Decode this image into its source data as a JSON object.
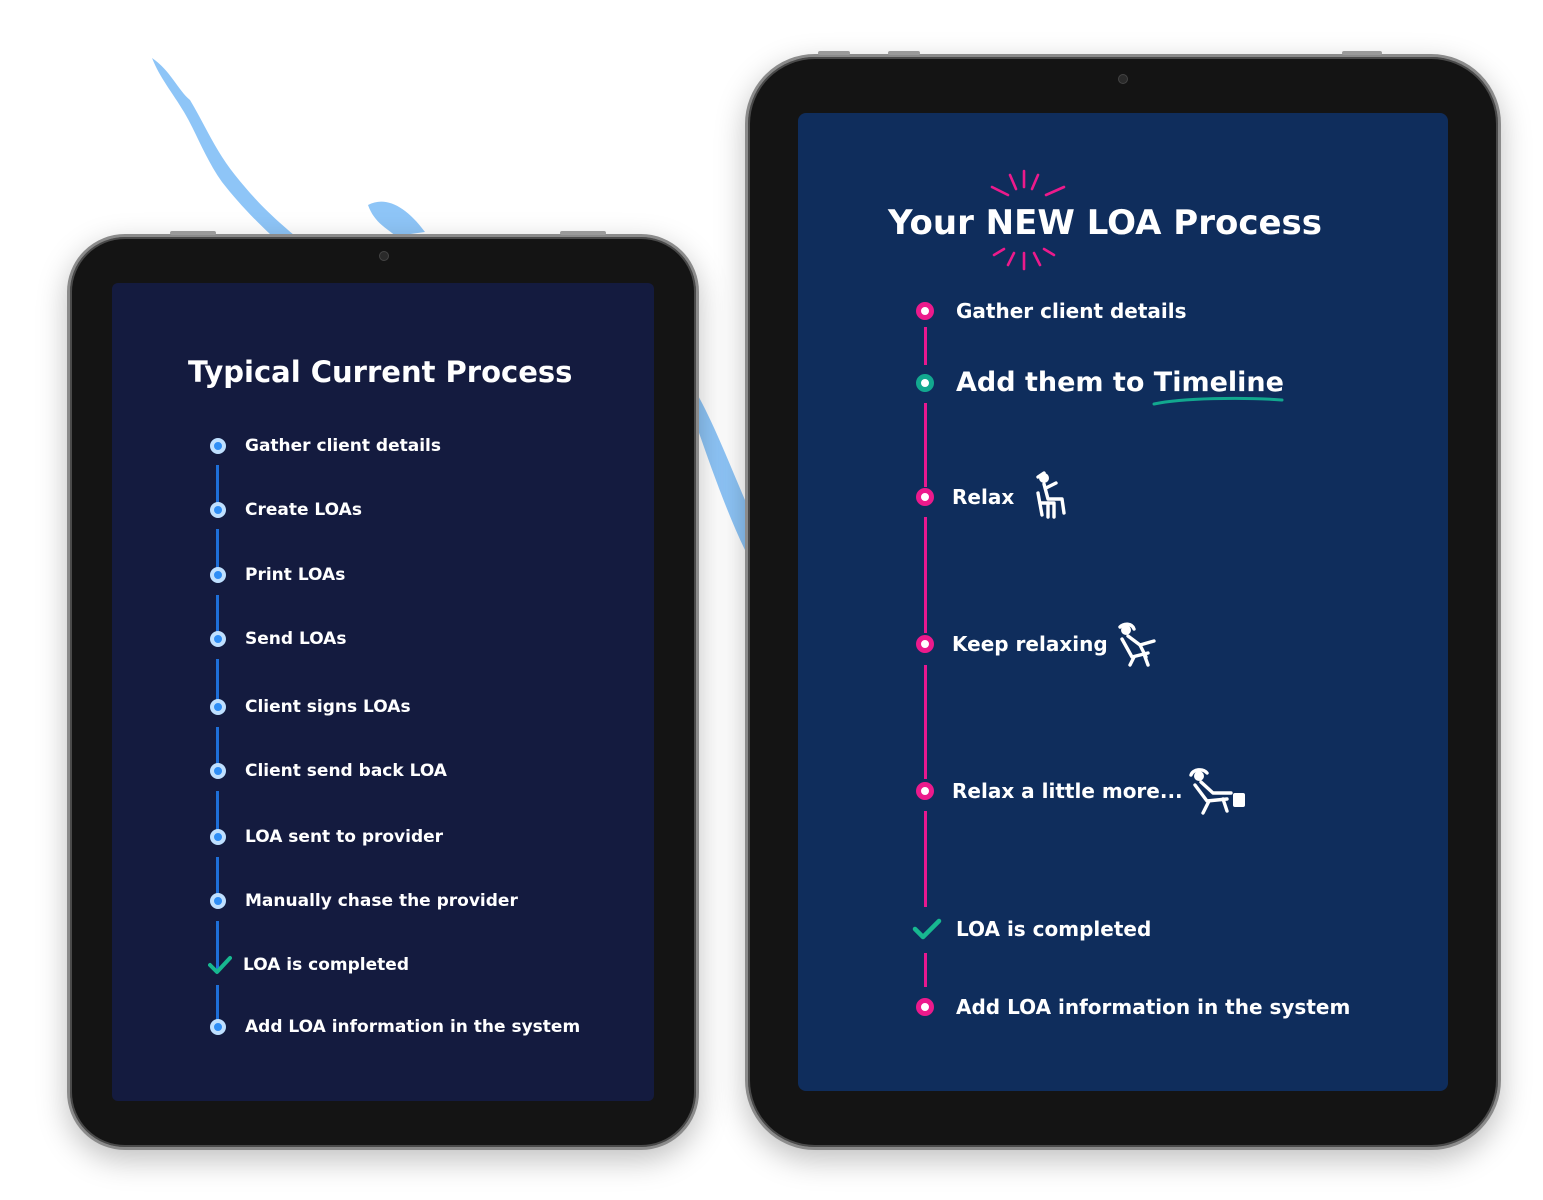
{
  "current_process": {
    "title": "Typical Current Process",
    "steps": [
      {
        "label": "Gather client details",
        "marker": "dot"
      },
      {
        "label": "Create LOAs",
        "marker": "dot"
      },
      {
        "label": "Print LOAs",
        "marker": "dot"
      },
      {
        "label": "Send LOAs",
        "marker": "dot"
      },
      {
        "label": "Client signs LOAs",
        "marker": "dot"
      },
      {
        "label": "Client send back LOA",
        "marker": "dot"
      },
      {
        "label": "LOA sent to provider",
        "marker": "dot"
      },
      {
        "label": "Manually chase the provider",
        "marker": "dot"
      },
      {
        "label": "LOA is completed",
        "marker": "check-icon"
      },
      {
        "label": "Add LOA information in the system",
        "marker": "dot"
      }
    ]
  },
  "new_process": {
    "title_prefix": "Your ",
    "title_highlight": "NEW",
    "title_suffix": " LOA Process",
    "steps": [
      {
        "label": "Gather client details",
        "marker": "dot"
      },
      {
        "label_prefix": "Add them to ",
        "label_highlight": "Timeline",
        "marker": "dot"
      },
      {
        "label": "Relax",
        "marker": "dot",
        "icon": "person-reclining-chair-icon"
      },
      {
        "label": "Keep relaxing",
        "marker": "dot",
        "icon": "person-leaning-back-chair-icon"
      },
      {
        "label": "Relax a little more...",
        "marker": "dot",
        "icon": "person-lounging-deckchair-icon"
      },
      {
        "label": "LOA is completed",
        "marker": "check-icon"
      },
      {
        "label": "Add LOA information in the system",
        "marker": "dot"
      }
    ]
  },
  "colors": {
    "left_screen": "#141b3f",
    "right_screen": "#0f2d5c",
    "blue_accent": "#1e6fd9",
    "pink_accent": "#ec1a8c",
    "teal_accent": "#12a88f",
    "check_green": "#17b890",
    "brush_stroke": "#8ec5f7"
  }
}
